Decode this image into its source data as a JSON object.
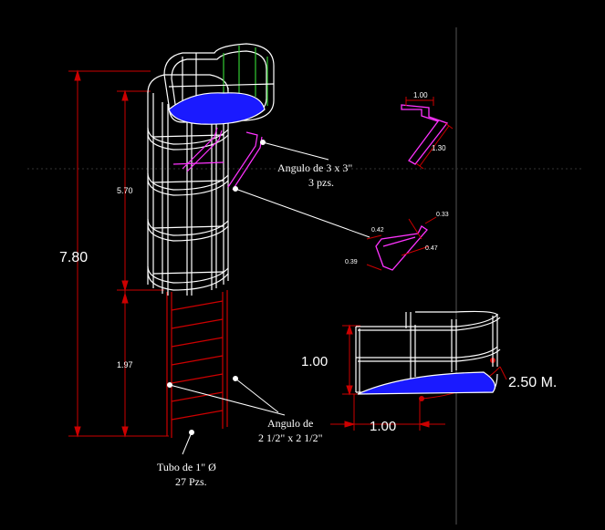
{
  "colors": {
    "background": "#000000",
    "structure": "#ffffff",
    "dimension": "#cc0000",
    "accent_magenta": "#ff33ff",
    "platform_fill": "#1a1aff",
    "green": "#33cc33"
  },
  "dimensions": {
    "total_height": "7.80",
    "cage_height": "5.70",
    "lower_height": "1.97",
    "rail_height": "1.00",
    "platform_width": "1.00",
    "platform_length": "2.50 M."
  },
  "labels": {
    "angle_3x3_line1": "Angulo de 3 x 3\"",
    "angle_3x3_line2": "3 pzs.",
    "angle_2_5_line1": "Angulo de",
    "angle_2_5_line2": "2 1/2\"  x  2 1/2\"",
    "tube_line1": "Tubo de 1\" Ø",
    "tube_line2": "27 Pzs."
  },
  "detail_bracket": {
    "dim_top": "1.00",
    "dim_side": "1.30"
  },
  "detail_angle": {
    "dim_a": "0.42",
    "dim_b": "0.33",
    "dim_c": "0.47",
    "dim_d": "0.39"
  }
}
